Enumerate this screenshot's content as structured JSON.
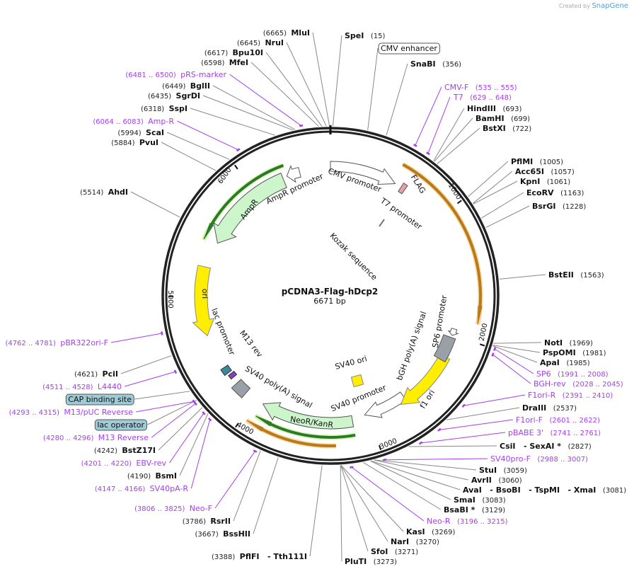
{
  "credit": {
    "prefix": "Created by",
    "brand": "SnapGene"
  },
  "map": {
    "name": "pCDNA3-Flag-hDcp2",
    "length": "6671 bp",
    "total_bp": 6671
  },
  "ticks": [
    "1000",
    "2000",
    "3000",
    "4000",
    "5000",
    "6000"
  ],
  "colors": {
    "primer": "#a63df0",
    "ring": "#222222",
    "orange": "#f0a028",
    "yellow": "#ffee00",
    "green": "#ccf5cc",
    "gray": "#9aa0a8",
    "box_fill": "#9ecbd6"
  },
  "labels": [
    {
      "name": "SpeI",
      "pos": "(15)",
      "bp": 15,
      "type": "enzyme"
    },
    {
      "name": "CMV enhancer",
      "pos": "",
      "bp": 235,
      "type": "feature-box"
    },
    {
      "name": "SnaBI",
      "pos": "(356)",
      "bp": 356,
      "type": "enzyme"
    },
    {
      "name": "CMV-F",
      "pos": "(535 .. 555)",
      "bp": 545,
      "type": "primer"
    },
    {
      "name": "T7",
      "pos": "(629 .. 648)",
      "bp": 638,
      "type": "primer"
    },
    {
      "name": "HindIII",
      "pos": "(693)",
      "bp": 693,
      "type": "enzyme"
    },
    {
      "name": "BamHI",
      "pos": "(699)",
      "bp": 699,
      "type": "enzyme"
    },
    {
      "name": "BstXI",
      "pos": "(722)",
      "bp": 722,
      "type": "enzyme"
    },
    {
      "name": "PflMI",
      "pos": "(1005)",
      "bp": 1005,
      "type": "enzyme"
    },
    {
      "name": "Acc65I",
      "pos": "(1057)",
      "bp": 1057,
      "type": "enzyme"
    },
    {
      "name": "KpnI",
      "pos": "(1061)",
      "bp": 1061,
      "type": "enzyme"
    },
    {
      "name": "EcoRV",
      "pos": "(1163)",
      "bp": 1163,
      "type": "enzyme"
    },
    {
      "name": "BsrGI",
      "pos": "(1228)",
      "bp": 1228,
      "type": "enzyme"
    },
    {
      "name": "BstEII",
      "pos": "(1563)",
      "bp": 1563,
      "type": "enzyme"
    },
    {
      "name": "NotI",
      "pos": "(1969)",
      "bp": 1969,
      "type": "enzyme"
    },
    {
      "name": "PspOMI",
      "pos": "(1981)",
      "bp": 1981,
      "type": "enzyme"
    },
    {
      "name": "ApaI",
      "pos": "(1985)",
      "bp": 1985,
      "type": "enzyme"
    },
    {
      "name": "SP6",
      "pos": "(1991 .. 2008)",
      "bp": 2000,
      "type": "primer"
    },
    {
      "name": "BGH-rev",
      "pos": "(2028 .. 2045)",
      "bp": 2036,
      "type": "primer"
    },
    {
      "name": "F1ori-R",
      "pos": "(2391 .. 2410)",
      "bp": 2400,
      "type": "primer"
    },
    {
      "name": "DraIII",
      "pos": "(2537)",
      "bp": 2537,
      "type": "enzyme"
    },
    {
      "name": "F1ori-F",
      "pos": "(2601 .. 2622)",
      "bp": 2611,
      "type": "primer"
    },
    {
      "name": "pBABE 3'",
      "pos": "(2741 .. 2761)",
      "bp": 2751,
      "type": "primer"
    },
    {
      "name": "CsiI   - SexAI *",
      "pos": "(2827)",
      "bp": 2827,
      "type": "enzyme"
    },
    {
      "name": "SV40pro-F",
      "pos": "(2988 .. 3007)",
      "bp": 2997,
      "type": "primer"
    },
    {
      "name": "StuI",
      "pos": "(3059)",
      "bp": 3059,
      "type": "enzyme"
    },
    {
      "name": "AvrII",
      "pos": "(3060)",
      "bp": 3060,
      "type": "enzyme"
    },
    {
      "name": "AvaI   - BsoBI   - TspMI   - XmaI",
      "pos": "(3081)",
      "bp": 3081,
      "type": "enzyme"
    },
    {
      "name": "SmaI",
      "pos": "(3083)",
      "bp": 3083,
      "type": "enzyme"
    },
    {
      "name": "BsaBI *",
      "pos": "(3129)",
      "bp": 3129,
      "type": "enzyme"
    },
    {
      "name": "Neo-R",
      "pos": "(3196 .. 3215)",
      "bp": 3205,
      "type": "primer"
    },
    {
      "name": "KasI",
      "pos": "(3269)",
      "bp": 3269,
      "type": "enzyme"
    },
    {
      "name": "NarI",
      "pos": "(3270)",
      "bp": 3270,
      "type": "enzyme"
    },
    {
      "name": "SfoI",
      "pos": "(3271)",
      "bp": 3271,
      "type": "enzyme"
    },
    {
      "name": "PluTI",
      "pos": "(3273)",
      "bp": 3273,
      "type": "enzyme"
    },
    {
      "name": "PflFI   - Tth111I",
      "pos": "(3388)",
      "bp": 3388,
      "type": "enzyme"
    },
    {
      "name": "BssHII",
      "pos": "(3667)",
      "bp": 3667,
      "type": "enzyme"
    },
    {
      "name": "RsrII",
      "pos": "(3786)",
      "bp": 3786,
      "type": "enzyme"
    },
    {
      "name": "Neo-F",
      "pos": "(3806 .. 3825)",
      "bp": 3815,
      "type": "primer"
    },
    {
      "name": "SV40pA-R",
      "pos": "(4147 .. 4166)",
      "bp": 4156,
      "type": "primer"
    },
    {
      "name": "BsmI",
      "pos": "(4190)",
      "bp": 4190,
      "type": "enzyme"
    },
    {
      "name": "EBV-rev",
      "pos": "(4201 .. 4220)",
      "bp": 4210,
      "type": "primer"
    },
    {
      "name": "BstZ17I",
      "pos": "(4242)",
      "bp": 4242,
      "type": "enzyme"
    },
    {
      "name": "M13 Reverse",
      "pos": "(4280 .. 4296)",
      "bp": 4288,
      "type": "primer"
    },
    {
      "name": "lac operator",
      "pos": "",
      "bp": 4300,
      "type": "feature-box"
    },
    {
      "name": "M13/pUC Reverse",
      "pos": "(4293 .. 4315)",
      "bp": 4304,
      "type": "primer"
    },
    {
      "name": "CAP binding site",
      "pos": "",
      "bp": 4370,
      "type": "feature-box"
    },
    {
      "name": "L4440",
      "pos": "(4511 .. 4528)",
      "bp": 4520,
      "type": "primer"
    },
    {
      "name": "PciI",
      "pos": "(4621)",
      "bp": 4621,
      "type": "enzyme"
    },
    {
      "name": "pBR322ori-F",
      "pos": "(4762 .. 4781)",
      "bp": 4771,
      "type": "primer"
    },
    {
      "name": "AhdI",
      "pos": "(5514)",
      "bp": 5514,
      "type": "enzyme"
    },
    {
      "name": "PvuI",
      "pos": "(5884)",
      "bp": 5884,
      "type": "enzyme"
    },
    {
      "name": "ScaI",
      "pos": "(5994)",
      "bp": 5994,
      "type": "enzyme"
    },
    {
      "name": "Amp-R",
      "pos": "(6064 .. 6083)",
      "bp": 6073,
      "type": "primer"
    },
    {
      "name": "SspI",
      "pos": "(6318)",
      "bp": 6318,
      "type": "enzyme"
    },
    {
      "name": "SgrDI",
      "pos": "(6435)",
      "bp": 6435,
      "type": "enzyme"
    },
    {
      "name": "BglII",
      "pos": "(6449)",
      "bp": 6449,
      "type": "enzyme"
    },
    {
      "name": "pRS-marker",
      "pos": "(6481 .. 6500)",
      "bp": 6490,
      "type": "primer"
    },
    {
      "name": "MfeI",
      "pos": "(6598)",
      "bp": 6598,
      "type": "enzyme"
    },
    {
      "name": "Bpu10I",
      "pos": "(6617)",
      "bp": 6617,
      "type": "enzyme"
    },
    {
      "name": "NruI",
      "pos": "(6645)",
      "bp": 6645,
      "type": "enzyme"
    },
    {
      "name": "MluI",
      "pos": "(6665)",
      "bp": 6665,
      "type": "enzyme"
    }
  ],
  "features": [
    "CMV promoter",
    "T7 promoter",
    "FLAG",
    "Kozak sequence",
    "AmpR promoter",
    "AmpR",
    "ori",
    "lac promoter",
    "M13 rev",
    "SV40 poly(A) signal",
    "NeoR/KanR",
    "SV40 promoter",
    "SV40 ori",
    "bGH poly(A) signal",
    "f1 ori",
    "SP6 promoter"
  ]
}
